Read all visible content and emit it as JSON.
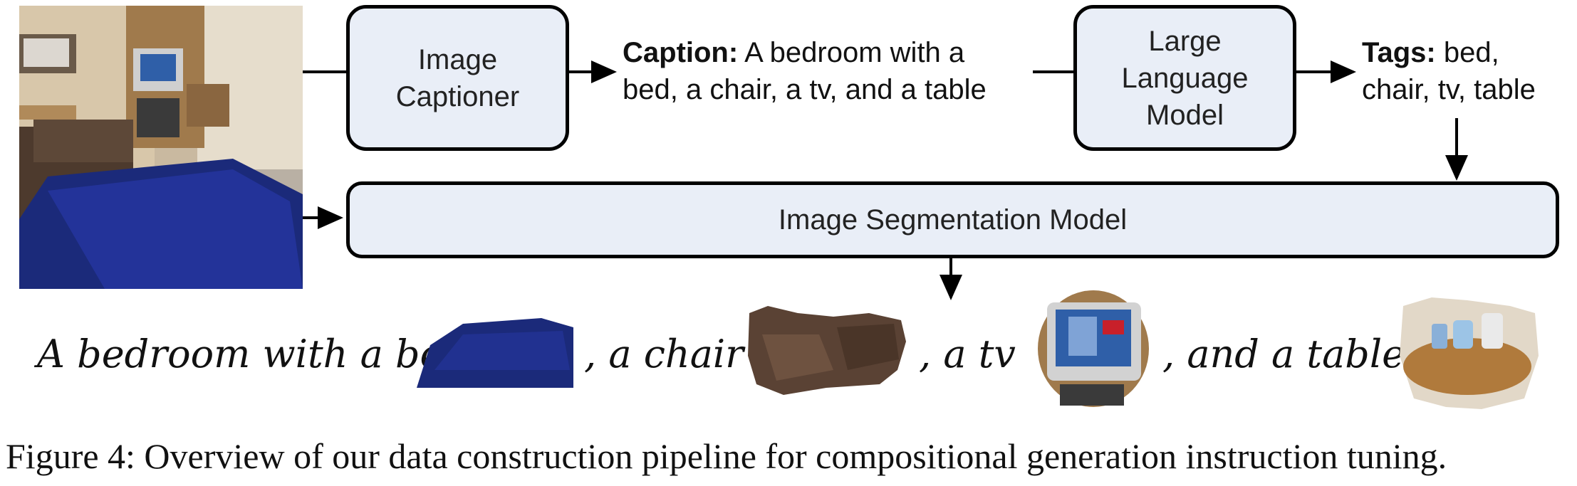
{
  "captioner": {
    "line1": "Image",
    "line2": "Captioner"
  },
  "caption": {
    "label": "Caption:",
    "text_line1": "A bedroom with a",
    "text_line2": "bed, a chair, a tv, and a table"
  },
  "llm": {
    "line1": "Large",
    "line2": "Language",
    "line3": "Model"
  },
  "tags": {
    "label": "Tags:",
    "text_line1": "bed,",
    "text_line2": "chair, tv, table"
  },
  "segmentation": {
    "label": "Image Segmentation Model"
  },
  "output": {
    "part1": "A bedroom with a bed",
    "part2": ", a chair",
    "part3": ", a tv",
    "part4": ", and a table"
  },
  "figure_caption": "Figure 4: Overview of our data construction pipeline for compositional generation instruction tuning.",
  "colors": {
    "box_fill": "#e9eef7",
    "stroke": "#000000",
    "bed_blue": "#1b2a7a"
  }
}
